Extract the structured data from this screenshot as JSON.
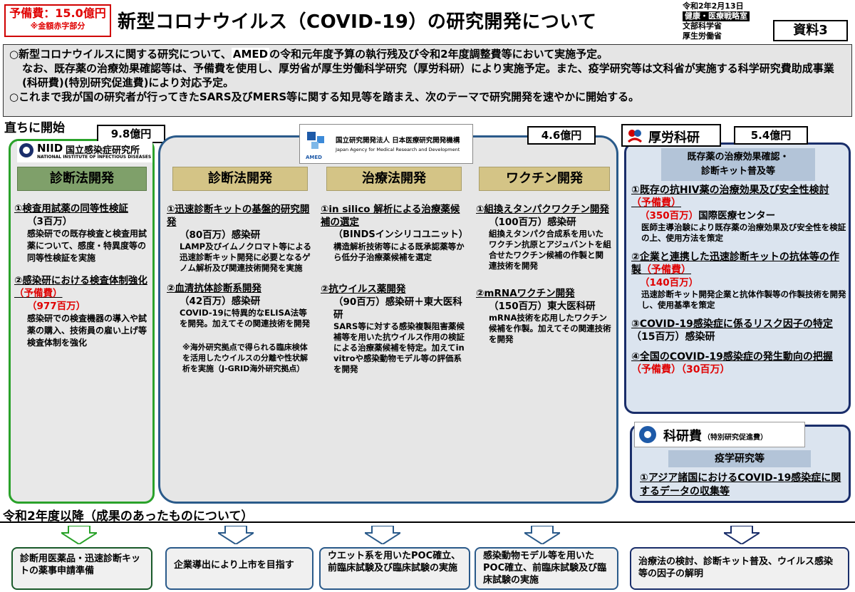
{
  "header": {
    "reserve_amount": "予備費：15.0億円",
    "reserve_note": "※金額赤字部分",
    "title": "新型コロナウイルス（COVID-19）の研究開発について",
    "date": "令和2年2月13日",
    "org1": "健康・医療戦略室",
    "org2": "文部科学省",
    "org3": "厚生労働省",
    "doc_label": "資料3"
  },
  "intro": {
    "p1_a": "○新型コロナウイルスに関する研究について、",
    "p1_amed": "AMED",
    "p1_b": "の令和元年度予算の執行残及び令和2年度調整費等において実施予定。",
    "p2": "なお、既存薬の治療効果確認等は、予備費を使用し、厚労省が厚生労働科学研究（厚労科研）により実施予定。また、疫学研究等は文科省が実施する科学研究費助成事業(科研費)(特別研究促進費)により対応予定。",
    "p3": "○これまで我が国の研究者が行ってきたSARS及びMERS等に関する知見等を踏まえ、次のテーマで研究開発を速やかに開始する。"
  },
  "section_now": "直ちに開始",
  "niid": {
    "amount": "9.8億円",
    "logo_abbr": "NIID",
    "logo_name": "国立感染症研究所",
    "logo_en": "NATIONAL INSTITUTE OF INFECTIOUS DISEASES",
    "header": "診断法開発",
    "i1_title": "①検査用試薬の同等性検証",
    "i1_amount": "（3百万）",
    "i1_desc": "感染研での既存検査と検査用試薬について、感度・特異度等の同等性検証を実施",
    "i2_title_a": "②感染研における検査体制強化",
    "i2_title_b": "（予備費）",
    "i2_amount": "（977百万）",
    "i2_desc": "感染研での検査機器の導入や試薬の購入、技術員の雇い上げ等検査体制を強化"
  },
  "amed": {
    "amount": "4.6億円",
    "logo_top": "国立研究開発法人 日本医療研究開発機構",
    "logo_en": "Japan Agency for Medical Research and Development",
    "logo_abbr": "AMED",
    "col1": {
      "header": "診断法開発",
      "i1_title": "①迅速診断キットの基盤的研究開発",
      "i1_amount": "（80百万）感染研",
      "i1_desc": "LAMP及びイムノクロマト等による迅速診断キット開発に必要となるゲノム解析及び関連技術開発を実施",
      "i2_title": "②血清抗体診断系開発",
      "i2_amount": "（42百万）感染研",
      "i2_desc": "COVID-19に特異的なELISA法等を開発。加えてその関連技術を開発",
      "note": "※海外研究拠点で得られる臨床検体を活用したウイルスの分離や性状解析を実施（J-GRID海外研究拠点）"
    },
    "col2": {
      "header": "治療法開発",
      "i1_title": "①in silico 解析による治療薬候補の選定",
      "i1_amount": "（BINDSインシリコユニット）",
      "i1_desc": "構造解析技術等による既承認薬等から低分子治療薬候補を選定",
      "i2_title": "②抗ウイルス薬開発",
      "i2_amount": "（90百万）感染研＋東大医科研",
      "i2_desc": "SARS等に対する感染複製阻害薬候補等を用いた抗ウイルス作用の検証による治療薬候補を特定。加えてin vitroや感染動物モデル等の評価系を開発"
    },
    "col3": {
      "header": "ワクチン開発",
      "i1_title": "①組換えタンパクワクチン開発",
      "i1_amount": "（100百万）感染研",
      "i1_desc": "組換えタンパク合成系を用いたワクチン抗原とアジュバントを組合せたワクチン候補の作製と関連技術を開発",
      "i2_title": "②mRNAワクチン開発",
      "i2_amount": "（150百万）東大医科研",
      "i2_desc": "mRNA技術を応用したワクチン候補を作製。加えてその関連技術を開発"
    }
  },
  "kosei": {
    "label": "厚労科研",
    "amount": "5.4億円",
    "header_1": "既存薬の治療効果確認・",
    "header_2": "診断キット普及等",
    "i1_title": "①既存の抗HIV薬の治療効果及び安全性検討",
    "i1_reserve": "（予備費）",
    "i1_amount": "（350百万）",
    "i1_org": "国際医療センター",
    "i1_desc": "医師主導治験により既存薬の治療効果及び安全性を検証の上、使用方法を策定",
    "i2_title": "②企業と連携した迅速診断キットの抗体等の作製",
    "i2_reserve": "（予備費）",
    "i2_amount": "（140百万）",
    "i2_desc": "迅速診断キット開発企業と抗体作製等の作製技術を開発し、使用基準を策定",
    "i3_title": "③COVID-19感染症に係るリスク因子の特定",
    "i3_amount": "（15百万）感染研",
    "i4_title": "④全国のCOVID-19感染症の発生動向の把握",
    "i4_reserve": "（予備費）",
    "i4_amount": "（30百万）"
  },
  "kaken": {
    "label": "科研費",
    "label_sub": "（特別研究促進費）",
    "header": "疫学研究等",
    "i1_title": "①アジア諸国におけるCOVID-19感染症に関するデータの収集等"
  },
  "section_later": "令和2年度以降（成果のあったものについて）",
  "outcomes": [
    "診断用医薬品・迅速診断キットの薬事申請準備",
    "企業導出により上市を目指す",
    "ウエット系を用いたPOC確立、前臨床試験及び臨床試験の実施",
    "感染動物モデル等を用いたPOC確立、前臨床試験及び臨床試験の実施",
    "治療法の検討、診断キット普及、ウイルス感染等の因子の解明"
  ]
}
